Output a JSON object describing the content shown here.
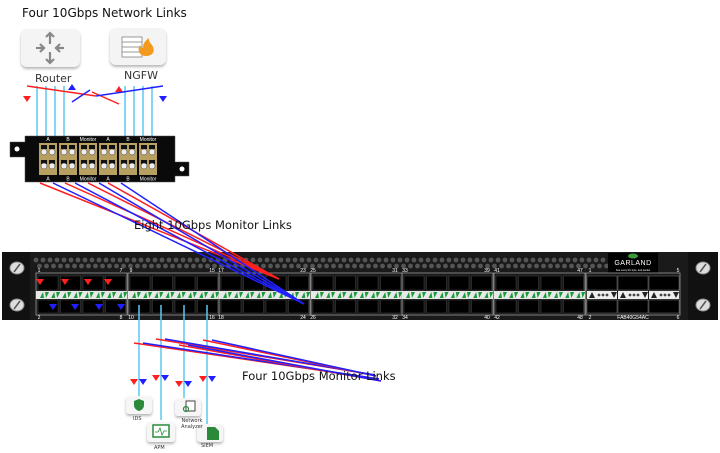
{
  "labels": {
    "network_links": "Four 10Gbps Network Links",
    "monitor_links_top": "Eight 10Gbps Monitor Links",
    "monitor_links_bottom": "Four 10Gbps Monitor Links"
  },
  "devices": {
    "router": "Router",
    "ngfw": "NGFW",
    "ids": "IDS",
    "apm": "APM",
    "network_analyzer": "Network Analyzer",
    "siem": "SIEM"
  },
  "tap": {
    "top_labels": [
      "A",
      "B",
      "Monitor",
      "A",
      "B",
      "Monitor"
    ],
    "bottom_labels": [
      "A",
      "B",
      "Monitor",
      "A",
      "B",
      "Monitor"
    ]
  },
  "switch": {
    "brand": "GARLAND",
    "tagline": "See every bit, byte, and packet",
    "model": "FAB40G54AC",
    "top_port_numbers": [
      "1",
      "7",
      "9",
      "15",
      "17",
      "23",
      "25",
      "31",
      "33",
      "39",
      "41",
      "47",
      "1",
      "5"
    ],
    "bottom_port_numbers": [
      "2",
      "8",
      "10",
      "16",
      "18",
      "24",
      "26",
      "32",
      "34",
      "40",
      "42",
      "48",
      "2",
      "6"
    ]
  },
  "colors": {
    "red": "#ff2020",
    "blue": "#2020ff",
    "cyan": "#5bc8f0",
    "switch_body": "#1a1a1a",
    "tap_port": "#b8a060",
    "led_green": "#1a9a3a",
    "firewall_flame": "#f39a1e"
  }
}
